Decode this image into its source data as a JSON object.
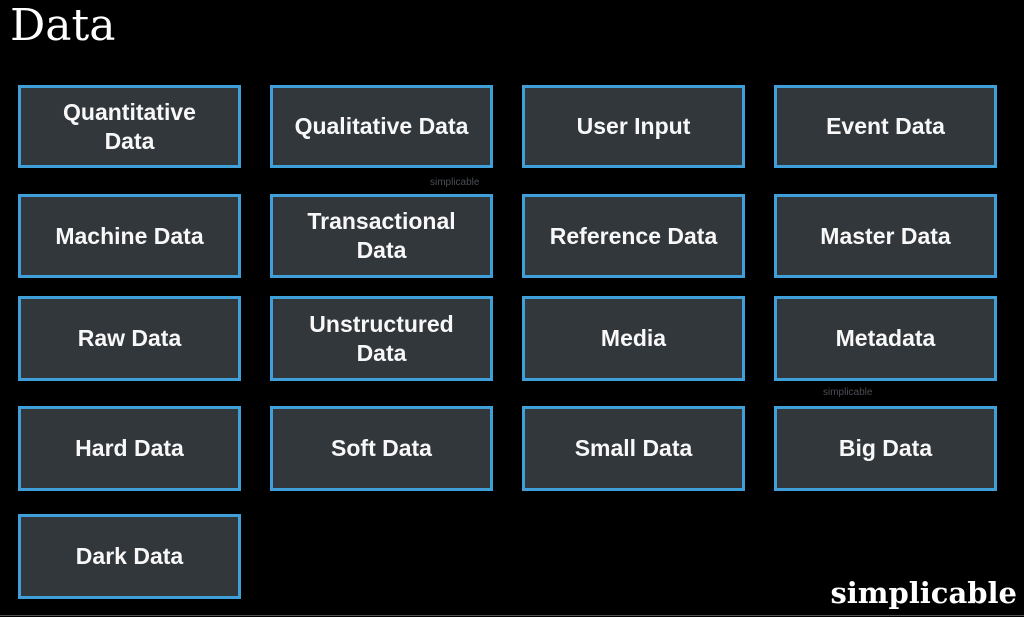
{
  "page": {
    "title": "Data"
  },
  "colors": {
    "background": "#000000",
    "box_fill": "#32373c",
    "box_border": "#3e9fd9",
    "box_text": "#f8f8f8",
    "watermark_text": "#4a4f54"
  },
  "grid": {
    "items": [
      {
        "label": "Quantitative\nData"
      },
      {
        "label": "Qualitative Data"
      },
      {
        "label": "User Input"
      },
      {
        "label": "Event Data"
      },
      {
        "label": "Machine Data"
      },
      {
        "label": "Transactional\nData"
      },
      {
        "label": "Reference Data"
      },
      {
        "label": "Master Data"
      },
      {
        "label": "Raw Data"
      },
      {
        "label": "Unstructured\nData"
      },
      {
        "label": "Media"
      },
      {
        "label": "Metadata"
      },
      {
        "label": "Hard Data"
      },
      {
        "label": "Soft Data"
      },
      {
        "label": "Small Data"
      },
      {
        "label": "Big Data"
      },
      {
        "label": "Dark Data"
      }
    ]
  },
  "watermarks": {
    "inline_1": "simplicable",
    "inline_2": "simplicable",
    "logo": "simplicable"
  }
}
